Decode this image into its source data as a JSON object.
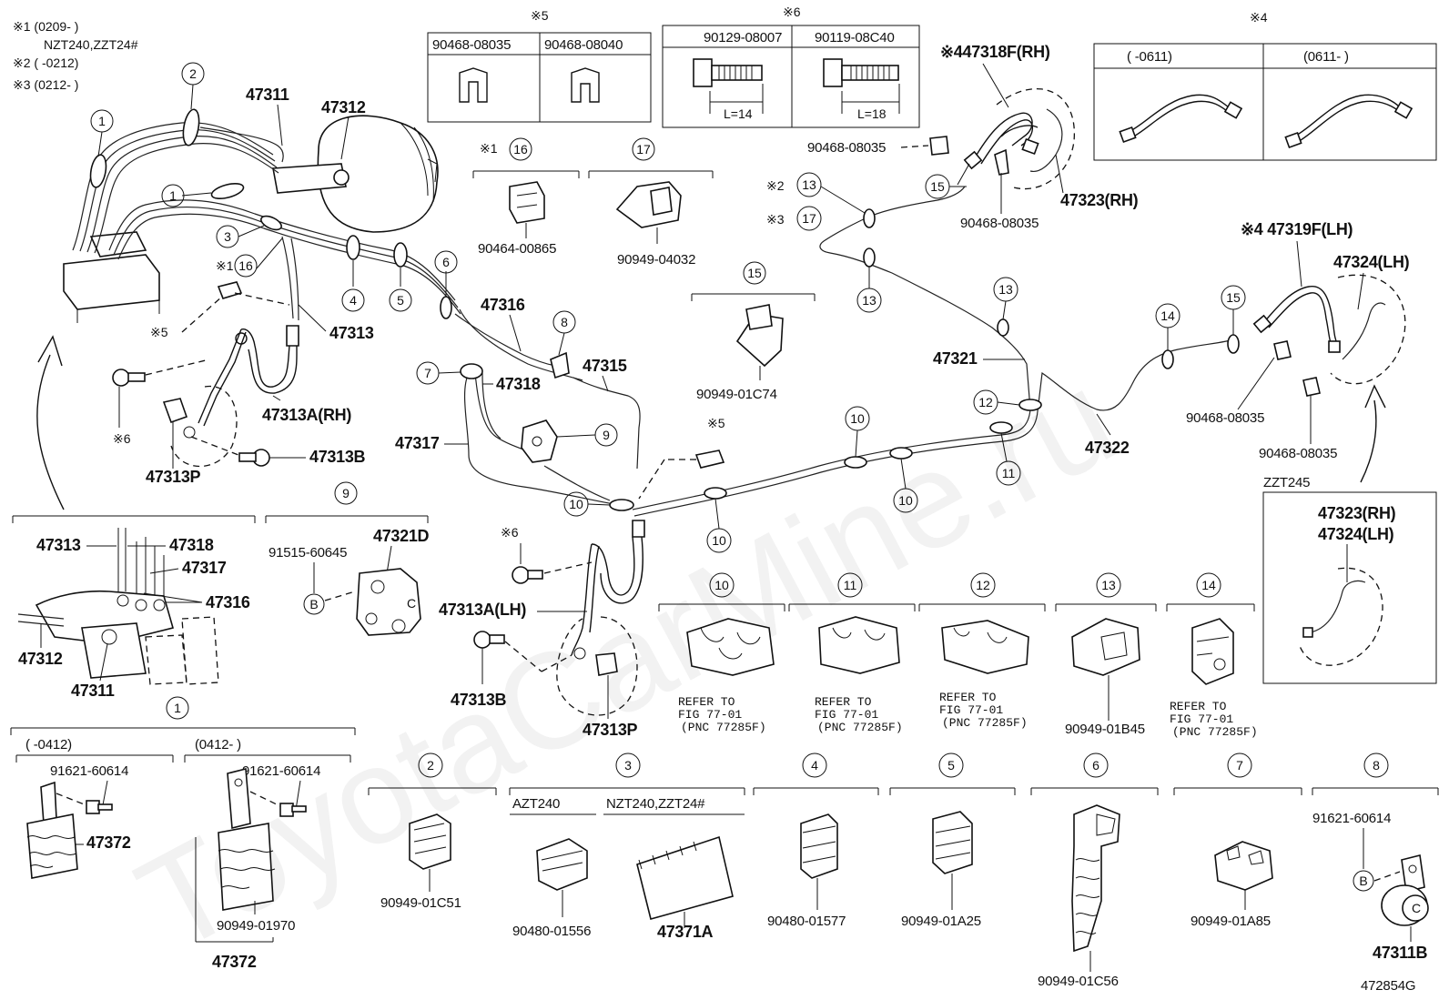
{
  "watermark": "ToyotaCarMine.ru",
  "diagram_id": "472854G",
  "notes": {
    "n1_a": "※1 (0209-       )",
    "n1_b": "NZT240,ZZT24#",
    "n2": "※2 (       -0212)",
    "n3": "※3 (0212-       )"
  },
  "labels": {
    "p47311": "47311",
    "p47312": "47312",
    "p47313": "47313",
    "p47313a_rh": "47313A(RH)",
    "p47313b": "47313B",
    "p47313p": "47313P",
    "p47313a_lh": "47313A(LH)",
    "p47313b_2": "47313B",
    "p47313p_2": "47313P",
    "p47315": "47315",
    "p47316": "47316",
    "p47317": "47317",
    "p47318": "47318",
    "p47321": "47321",
    "p47322": "47322",
    "p47318f": "※447318F(RH)",
    "p47323": "47323(RH)",
    "p47319f": "※4 47319F(LH)",
    "p47324": "47324(LH)",
    "p90468_a": "90468-08035",
    "p90468_b": "90468-08035",
    "p90468_c": "90468-08035",
    "p90468_d": "90468-08035",
    "p90464": "90464-00865",
    "p90949_04032": "90949-04032",
    "p90949_01c74": "90949-01C74",
    "p91515": "91515-60645",
    "p47321d": "47321D",
    "zzt245": "ZZT245",
    "zzt_rh": "47323(RH)",
    "zzt_lh": "47324(LH)",
    "inset_47313": "47313",
    "inset_47318": "47318",
    "inset_47317": "47317",
    "inset_47316": "47316",
    "inset_47312": "47312",
    "inset_47311": "47311",
    "x5_mark": "※5",
    "x6_mark": "※6",
    "x1_mark": "※1",
    "x2_mark": "※2",
    "x3_mark": "※3",
    "x4_mark": "※4",
    "x5_top": "※5",
    "x6_top": "※6",
    "x1_16": "※1",
    "x5_small": "※5",
    "x6_small": "※6",
    "x6_small2": "※6",
    "x5_mid": "※5"
  },
  "table5": {
    "c1": "90468-08035",
    "c2": "90468-08040"
  },
  "table6": {
    "c1": "90129-08007",
    "c2": "90119-08C40",
    "l1": "L=14",
    "l2": "L=18"
  },
  "table4": {
    "c1": "(       -0611)",
    "c2": "(0611-       )"
  },
  "refer": {
    "r10a": "REFER TO",
    "r10b": "FIG 77-01",
    "r10c": "(PNC 77285F)",
    "r11a": "REFER TO",
    "r11b": "FIG 77-01",
    "r11c": "(PNC 77285F)",
    "r12a": "REFER TO",
    "r12b": "FIG 77-01",
    "r12c": "(PNC 77285F)",
    "r14a": "REFER TO",
    "r14b": "FIG 77-01",
    "r14c": "(PNC 77285F)"
  },
  "clamps": {
    "c13": "90949-01B45",
    "c1_a_range": "(       -0412)",
    "c1_b_range": "(0412-       )",
    "c1_bolt_a": "91621-60614",
    "c1_bolt_b": "91621-60614",
    "c1_47372a": "47372",
    "c1_90949": "90949-01970",
    "c1_47372b": "47372",
    "c2": "90949-01C51",
    "c3_azt": "AZT240",
    "c3_nzt": "NZT240,ZZT24#",
    "c3_a": "90480-01556",
    "c3_b": "47371A",
    "c4": "90480-01577",
    "c5": "90949-01A25",
    "c6": "90949-01C56",
    "c7": "90949-01A85",
    "c8_bolt": "91621-60614",
    "c8_part": "47311B"
  },
  "circles": {
    "n1": "1",
    "n2": "2",
    "n3": "3",
    "n4": "4",
    "n5": "5",
    "n6": "6",
    "n7": "7",
    "n8": "8",
    "n9": "9",
    "n10": "10",
    "n11": "11",
    "n12": "12",
    "n13": "13",
    "n14": "14",
    "n15": "15",
    "n16": "16",
    "n17": "17",
    "b": "B",
    "c": "C"
  }
}
